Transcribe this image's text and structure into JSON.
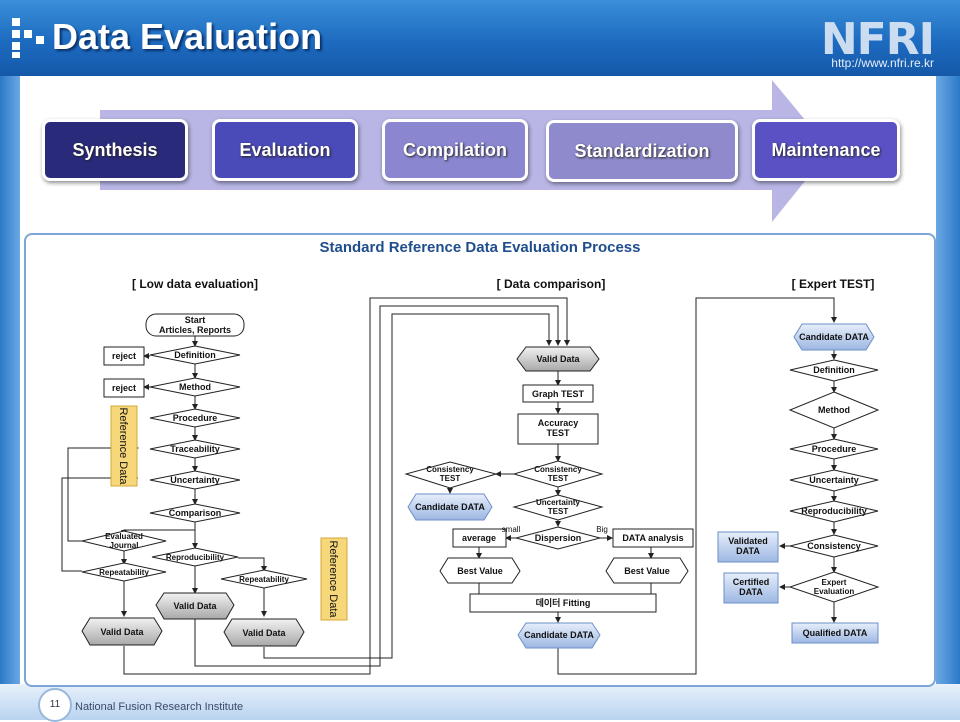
{
  "header": {
    "title": "Data Evaluation",
    "brand": "NFRI",
    "url": "http://www.nfri.re.kr"
  },
  "stages": [
    "Synthesis",
    "Evaluation",
    "Compilation",
    "Standardization",
    "Maintenance"
  ],
  "diagram": {
    "title": "Standard Reference Data Evaluation Process",
    "col_low": "[ Low data evaluation]",
    "col_comp": "[ Data comparison]",
    "col_expert": "[ Expert TEST]",
    "low": {
      "start": "Start\nArticles, Reports",
      "definition": "Definition",
      "method": "Method",
      "procedure": "Procedure",
      "traceability": "Traceability",
      "uncertainty": "Uncertainty",
      "comparison": "Comparison",
      "evaluated": "Evaluated\nJournal",
      "repeatability1": "Repeatability",
      "reproducibility": "Reproducibility",
      "repeatability2": "Repeatability",
      "reject1": "reject",
      "reject2": "reject",
      "refdata1": "Reference Data",
      "refdata2": "Reference Data",
      "valid1": "Valid Data",
      "valid2": "Valid Data",
      "valid3": "Valid Data"
    },
    "comp": {
      "valid": "Valid Data",
      "graph": "Graph TEST",
      "accuracy": "Accuracy\nTEST",
      "consistency_l": "Consistency\nTEST",
      "consistency_c": "Consistency\nTEST",
      "candidate_l": "Candidate DATA",
      "uncertainty": "Uncertainty\nTEST",
      "dispersion": "Dispersion",
      "small": "small",
      "big": "Big",
      "average": "average",
      "analysis": "DATA analysis",
      "best1": "Best Value",
      "best2": "Best Value",
      "fitting": "데이터 Fitting",
      "candidate": "Candidate DATA"
    },
    "expert": {
      "candidate": "Candidate DATA",
      "definition": "Definition",
      "method": "Method",
      "procedure": "Procedure",
      "uncertainty": "Uncertainty",
      "reproducibility": "Reproducibility",
      "consistency": "Consistency",
      "expert_eval": "Expert\nEvaluation",
      "validated": "Validated\nDATA",
      "certified": "Certified\nDATA",
      "qualified": "Qualified DATA"
    }
  },
  "footer": {
    "page": "11",
    "institute": "National Fusion Research Institute"
  },
  "colors": {
    "stage1": "#2a2a7a",
    "stage2": "#4a4ab8",
    "stage3": "#8a86d0",
    "stage4": "#8e8acc",
    "stage5": "#5a52c4",
    "arrow": "#b9b6e6"
  }
}
